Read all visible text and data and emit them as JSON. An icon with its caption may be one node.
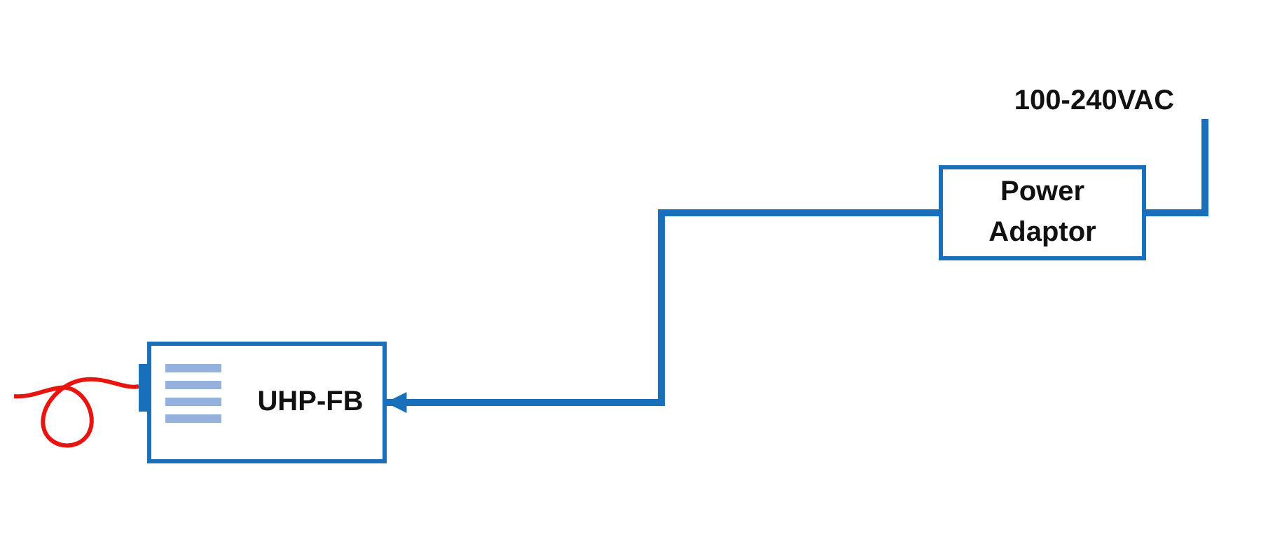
{
  "diagram": {
    "nodes": [
      {
        "text": [
          "Power Adaptor"
        ]
      },
      {
        "text": [
          "UHP-FB"
        ]
      },
      {
        "text": [
          "100-240VAC"
        ]
      }
    ],
    "edges": [
      {
        "from": 0,
        "to": 1,
        "arrow": "to"
      },
      {
        "from": 0,
        "to": 2,
        "arrow": "none"
      },
      {
        "from": 1,
        "to": null,
        "arrow": "none",
        "color": "#e8140f"
      }
    ]
  }
}
